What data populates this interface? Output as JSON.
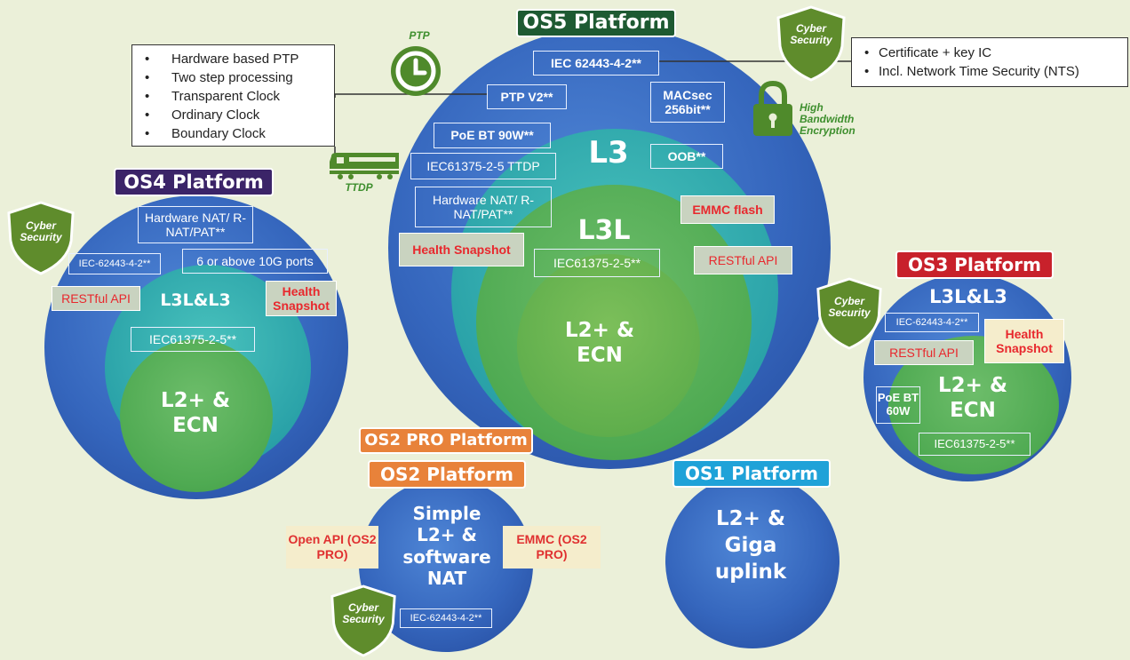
{
  "os5": {
    "title": "OS5 Platform",
    "labels": {
      "iec62443": "IEC 62443-4-2**",
      "ptp": "PTP V2**",
      "macsec": "MACsec 256bit**",
      "poe": "PoE BT 90W**",
      "ttdp": "IEC61375-2-5 TTDP",
      "oob": "OOB**",
      "nat": "Hardware NAT/ R-NAT/PAT**",
      "emmc": "EMMC flash",
      "health": "Health Snapshot",
      "restful": "RESTful API",
      "iec61375": "IEC61375-2-5**"
    },
    "layers": {
      "l3": "L3",
      "l3l": "L3L",
      "l2": "L2+ & ECN"
    }
  },
  "os4": {
    "title": "OS4 Platform",
    "labels": {
      "nat": "Hardware NAT/ R-NAT/PAT**",
      "iec62443": "IEC-62443-4-2**",
      "ports": "6 or above 10G ports",
      "restful": "RESTful API",
      "health": "Health Snapshot",
      "iec61375": "IEC61375-2-5**"
    },
    "layers": {
      "l3": "L3L&L3",
      "l2": "L2+ & ECN"
    }
  },
  "os3": {
    "title": "OS3 Platform",
    "labels": {
      "iec62443": "IEC-62443-4-2**",
      "health": "Health Snapshot",
      "restful": "RESTful API",
      "poe": "PoE BT 60W",
      "iec61375": "IEC61375-2-5**"
    },
    "layers": {
      "l3": "L3L&L3",
      "l2": "L2+ & ECN"
    }
  },
  "os2": {
    "pro_title": "OS2 PRO Platform",
    "title": "OS2 Platform",
    "main": "Simple L2+ & software NAT",
    "open_api": "Open API (OS2 PRO)",
    "emmc": "EMMC (OS2 PRO)",
    "iec62443": "IEC-62443-4-2**"
  },
  "os1": {
    "title": "OS1 Platform",
    "main": "L2+ & Giga uplink"
  },
  "ptp_callout": [
    "Hardware based PTP",
    "Two step processing",
    "Transparent Clock",
    "Ordinary Clock",
    "Boundary Clock"
  ],
  "cyber_callout": [
    "Certificate + key IC",
    "Incl. Network Time Security (NTS)"
  ],
  "icons": {
    "ptp": "PTP",
    "ttdp": "TTDP",
    "encryption": "High Bandwidth Encryption",
    "cyber": "Cyber Security"
  },
  "colors": {
    "os5": "#1e5a32",
    "os4": "#3b2468",
    "os3": "#c8212b",
    "os2": "#e8823a",
    "os1": "#1fa2d8",
    "icon_green": "#4f8a2b"
  }
}
